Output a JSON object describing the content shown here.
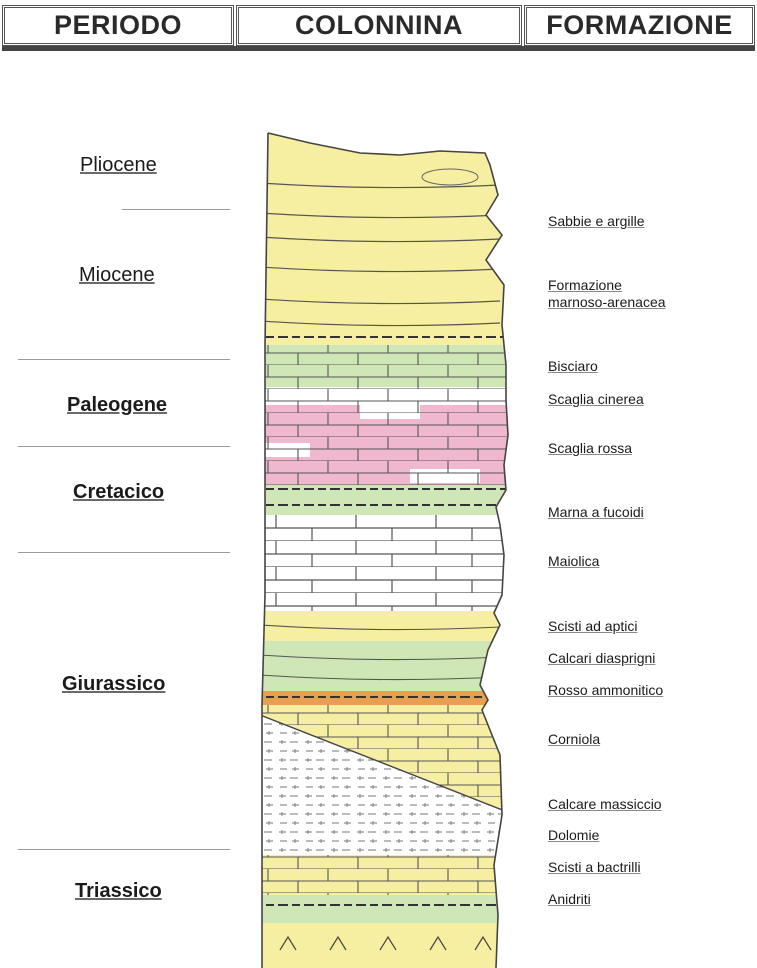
{
  "header": {
    "periodo": "PERIODO",
    "colonnina": "COLONNINA",
    "formazione": "FORMAZIONE"
  },
  "periods": {
    "pliocene": "Pliocene",
    "miocene": "Miocene",
    "paleogene": "Paleogene",
    "cretacico": "Cretacico",
    "giurassico": "Giurassico",
    "triassico": "Triassico"
  },
  "formations": {
    "sabbie": "Sabbie e argille",
    "formazione_line1": "Formazione",
    "formazione_line2": "marnoso-arenacea",
    "bisciaro": "Bisciaro",
    "scaglia_cinerea": "Scaglia cinerea",
    "scaglia_rossa": "Scaglia rossa",
    "marna": "Marna a fucoidi",
    "maiolica": "Maiolica",
    "scisti_aptici": "Scisti ad aptici",
    "calcari_diasprigni": "Calcari diasprigni",
    "rosso_ammonitico": "Rosso ammonitico",
    "corniola": "Corniola",
    "calcare_massiccio": "Calcare massiccio",
    "dolomie": "Dolomie",
    "scisti_bactrilli": "Scisti a bactrilli",
    "anidriti": "Anidriti"
  },
  "colors": {
    "yellow": "#f6eea0",
    "green": "#cfe6b6",
    "pink": "#efb8cf",
    "white": "#ffffff",
    "orange": "#e8a050",
    "outline": "#444444"
  }
}
